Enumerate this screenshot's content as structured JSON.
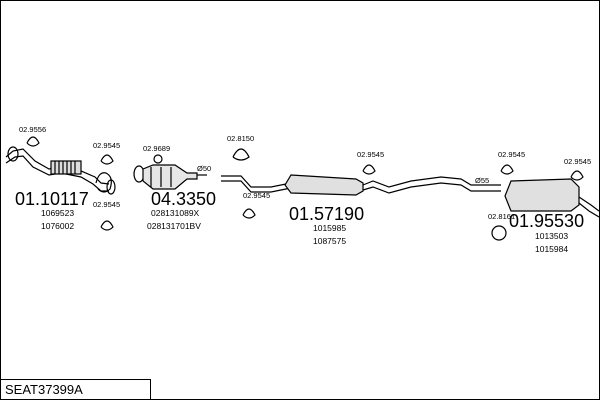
{
  "title": "SEAT37399A",
  "parts": {
    "front_pipe": {
      "number": "01.10117",
      "refs": [
        "1069523",
        "1076002"
      ]
    },
    "catalyst": {
      "number": "04.3350",
      "refs": [
        "028131089X",
        "028131701BV"
      ]
    },
    "middle_silencer": {
      "number": "01.57190",
      "refs": [
        "1015985",
        "1087575"
      ]
    },
    "rear_silencer": {
      "number": "01.95530",
      "refs": [
        "1013503",
        "1015984"
      ]
    }
  },
  "fittings": {
    "a": "02.9556",
    "b": "02.9545",
    "c": "02.9545",
    "d": "02.9689",
    "e": "02.8150",
    "f": "02.9545",
    "g": "02.9545",
    "h": "02.9545",
    "i": "02.8161",
    "j": "02.9545"
  },
  "diameters": {
    "d1": "Ø50",
    "d2": "Ø55"
  }
}
